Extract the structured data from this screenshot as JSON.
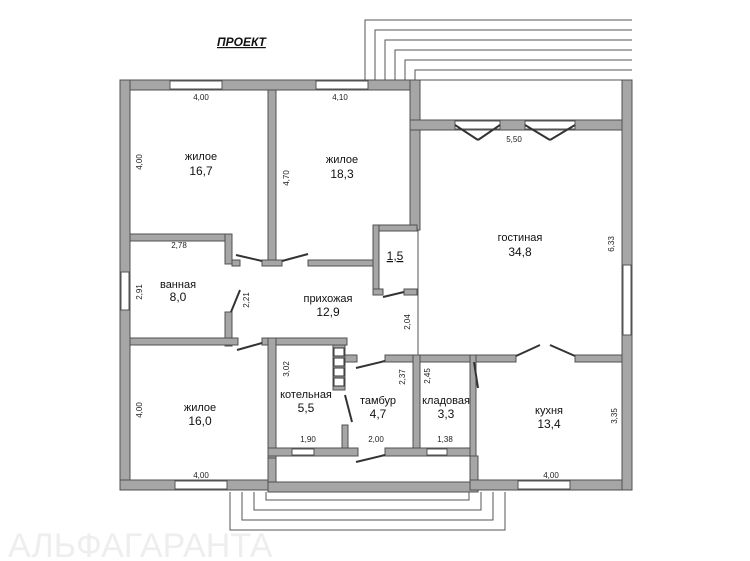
{
  "title": "ПРОЕКТ",
  "watermark": "АЛЬФАГАРАНТА",
  "rooms": [
    {
      "name": "жилое",
      "area": "16,7"
    },
    {
      "name": "жилое",
      "area": "18,3"
    },
    {
      "name": "гостиная",
      "area": "34,8"
    },
    {
      "name": "ванная",
      "area": "8,0"
    },
    {
      "name": "прихожая",
      "area": "12,9"
    },
    {
      "name": "",
      "area": "1,5"
    },
    {
      "name": "жилое",
      "area": "16,0"
    },
    {
      "name": "котельная",
      "area": "5,5"
    },
    {
      "name": "тамбур",
      "area": "4,7"
    },
    {
      "name": "кладовая",
      "area": "3,3"
    },
    {
      "name": "кухня",
      "area": "13,4"
    }
  ],
  "dims": [
    "4,00",
    "4,10",
    "4,00",
    "4,70",
    "5,50",
    "6,33",
    "2,78",
    "2,91",
    "2,21",
    "2,04",
    "3,02",
    "2,37",
    "2,45",
    "4,00",
    "3,35",
    "1,90",
    "2,00",
    "1,38",
    "4,00",
    "4,00"
  ]
}
